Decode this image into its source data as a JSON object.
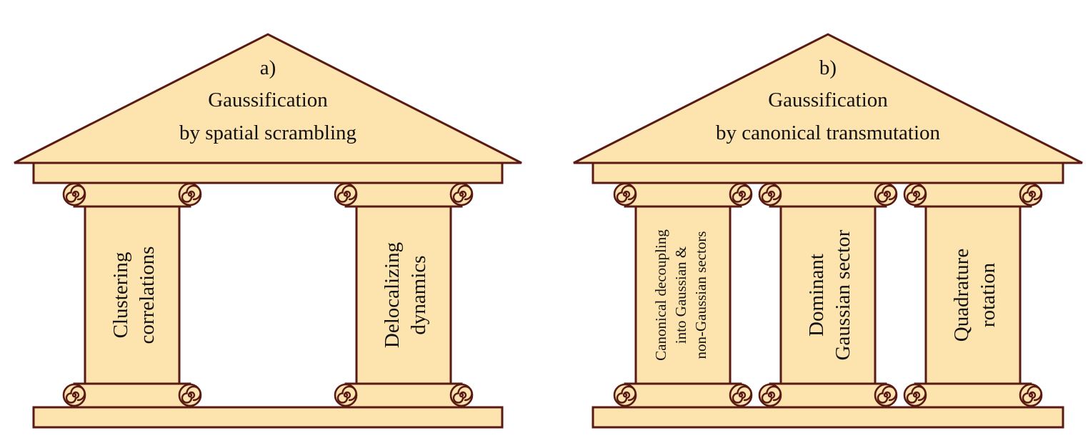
{
  "temples": [
    {
      "label": "a)",
      "title_line1": "Gaussification",
      "title_line2": "by spatial scrambling",
      "columns": [
        {
          "line1": "Clustering",
          "line2": "correlations"
        },
        {
          "line1": "Delocalizing",
          "line2": "dynamics"
        }
      ]
    },
    {
      "label": "b)",
      "title_line1": "Gaussification",
      "title_line2": "by canonical transmutation",
      "columns": [
        {
          "line1": "Canonical decoupling",
          "line2": "into Gaussian &",
          "line3": "non-Gaussian sectors"
        },
        {
          "line1": "Dominant",
          "line2": "Gaussian sector"
        },
        {
          "line1": "Quadrature",
          "line2": "rotation"
        }
      ]
    }
  ],
  "colors": {
    "fill": "#fde3ae",
    "stroke": "#5a1a14"
  }
}
